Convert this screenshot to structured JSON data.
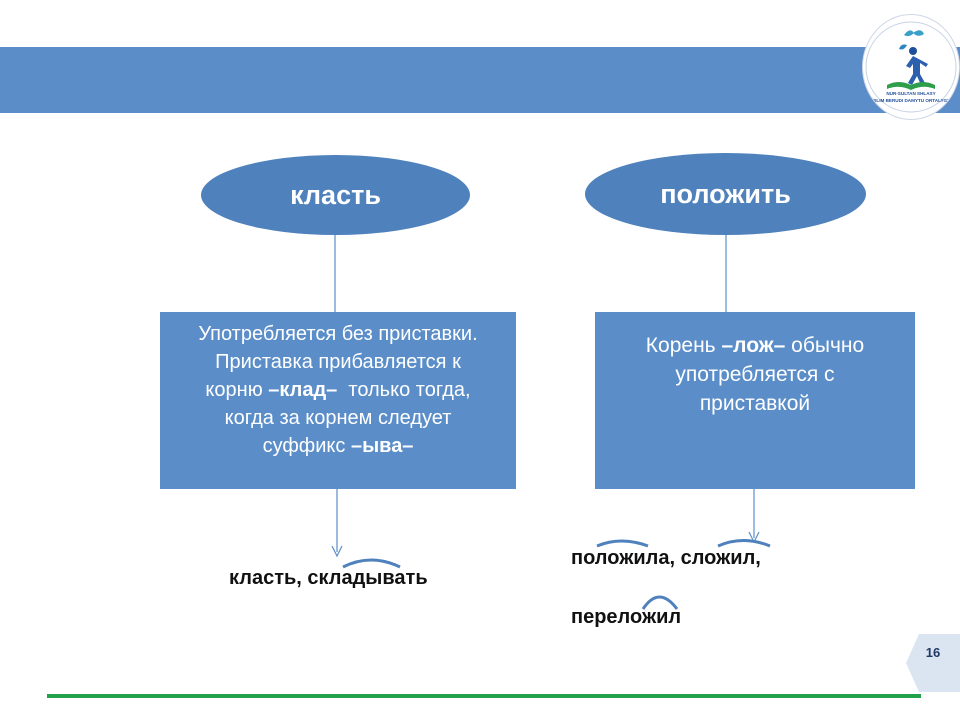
{
  "colors": {
    "header_band": "#5b8ec9",
    "ellipse_fill": "#4f81bd",
    "box_fill": "#5b8ec9",
    "connector": "#5b8ec9",
    "morpheme_arc": "#4f81bd",
    "bottom_rule": "#23a04a",
    "page_tab": "#dbe5f1"
  },
  "logo": {
    "icon": "person-with-open-book-logo",
    "line1": "NUR-SULTAN SHLASY",
    "line2": "BILIM BERUDI DAMYTU ORTALYGY"
  },
  "left": {
    "title": "класть",
    "rule_lines": [
      [
        "Употребляется без приставки."
      ],
      [
        "Приставка прибавляется к"
      ],
      [
        "корню ",
        "–клад–",
        "  только тогда,"
      ],
      [
        "когда за корнем следует"
      ],
      [
        "суффикс ",
        "–ыва–"
      ]
    ],
    "examples": "класть, складывать"
  },
  "right": {
    "title": "положить",
    "rule_lines": [
      [
        "Корень ",
        "–лож–",
        " обычно"
      ],
      [
        "употребляется с"
      ],
      [
        "приставкой"
      ]
    ],
    "examples_line1": "положила, сложил,",
    "examples_line2": "переложил"
  },
  "page_number": "16"
}
